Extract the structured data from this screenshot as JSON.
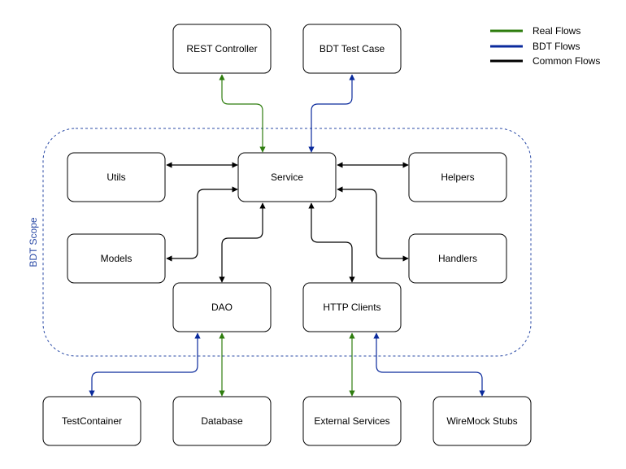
{
  "colors": {
    "real": "#2e7d0e",
    "bdt": "#0a2a9c",
    "common": "#000000",
    "scope": "#2a4aa6"
  },
  "scope": {
    "label": "BDT Scope"
  },
  "legend": {
    "real_label": "Real Flows",
    "bdt_label": "BDT Flows",
    "common_label": "Common Flows"
  },
  "nodes": {
    "rest_controller": "REST Controller",
    "bdt_test_case": "BDT Test Case",
    "utils": "Utils",
    "service": "Service",
    "helpers": "Helpers",
    "models": "Models",
    "handlers": "Handlers",
    "dao": "DAO",
    "http_clients": "HTTP Clients",
    "testcontainer": "TestContainer",
    "database": "Database",
    "external_services": "External Services",
    "wiremock_stubs": "WireMock Stubs"
  },
  "edges": [
    {
      "from": "rest_controller",
      "to": "service",
      "flow": "real"
    },
    {
      "from": "bdt_test_case",
      "to": "service",
      "flow": "bdt"
    },
    {
      "from": "service",
      "to": "utils",
      "flow": "common"
    },
    {
      "from": "service",
      "to": "helpers",
      "flow": "common"
    },
    {
      "from": "service",
      "to": "models",
      "flow": "common"
    },
    {
      "from": "service",
      "to": "handlers",
      "flow": "common"
    },
    {
      "from": "service",
      "to": "dao",
      "flow": "common"
    },
    {
      "from": "service",
      "to": "http_clients",
      "flow": "common"
    },
    {
      "from": "dao",
      "to": "testcontainer",
      "flow": "bdt"
    },
    {
      "from": "dao",
      "to": "database",
      "flow": "real"
    },
    {
      "from": "http_clients",
      "to": "external_services",
      "flow": "real"
    },
    {
      "from": "http_clients",
      "to": "wiremock_stubs",
      "flow": "bdt"
    }
  ]
}
